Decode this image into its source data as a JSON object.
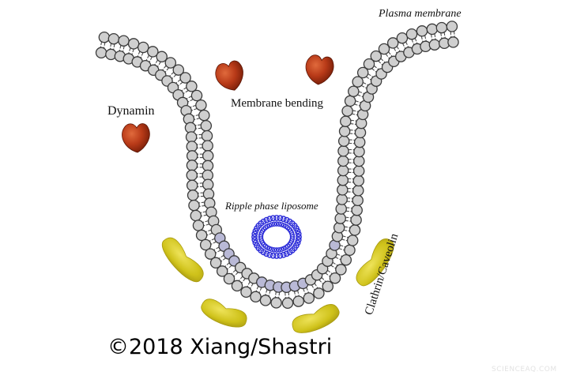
{
  "labels": {
    "plasma_membrane": "Plasma membrane",
    "dynamin": "Dynamin",
    "membrane_bending": "Membrane bending",
    "ripple_phase_liposome": "Ripple phase liposome",
    "clathrin_caveolin": "Clathrin/Caveolin",
    "copyright": "©2018 Xiang/Shastri",
    "watermark": "SCIENCEAQ.COM"
  },
  "colors": {
    "lipid_head": "#cfcfcf",
    "lipid_head_outline": "#3a3a3a",
    "lipid_head_coat": "#b9b9d6",
    "lipid_tail": "#4a4a4a",
    "dynamin": "#9b2a10",
    "dynamin_highlight": "#d8552c",
    "clathrin": "#cfc21a",
    "clathrin_edge": "#a89a10",
    "liposome": "#2b2bd8",
    "watermark": "#e3e3e3"
  },
  "icons": {
    "dynamin": "heart-shaped protein blob",
    "clathrin": "elongated bean-shaped coat protein",
    "liposome": "ring of small lipid circles"
  }
}
